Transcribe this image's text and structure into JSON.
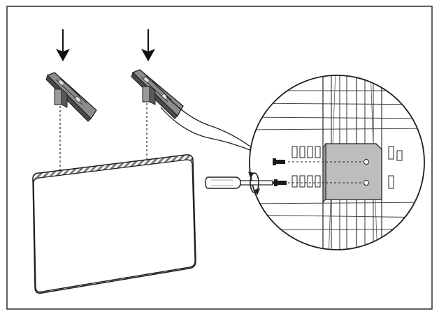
{
  "figure": {
    "kind": "installation-instruction-illustration",
    "text_labels": [],
    "colors": {
      "background": "#ffffff",
      "frame": "#3a3a3a",
      "line": "#1e1e1e",
      "stand_fill": "#8c8c8c",
      "stand_dark": "#4a4a4a",
      "screen_fill": "#ffffff",
      "tv_edge_stripe": "#7a7a7a",
      "detail_highlight": "#bdbdbd",
      "screw": "#1a1a1a"
    },
    "parts": {
      "arrows": [
        "down-arrow-left",
        "down-arrow-right"
      ],
      "stands": [
        "stand-left",
        "stand-right"
      ],
      "tv": "tv-panel",
      "detail": "magnified-detail-circle",
      "tool": "screwdriver-icon",
      "fasteners": [
        "screw-top",
        "screw-bottom"
      ]
    },
    "screw_count": 2,
    "stand_count": 2
  }
}
